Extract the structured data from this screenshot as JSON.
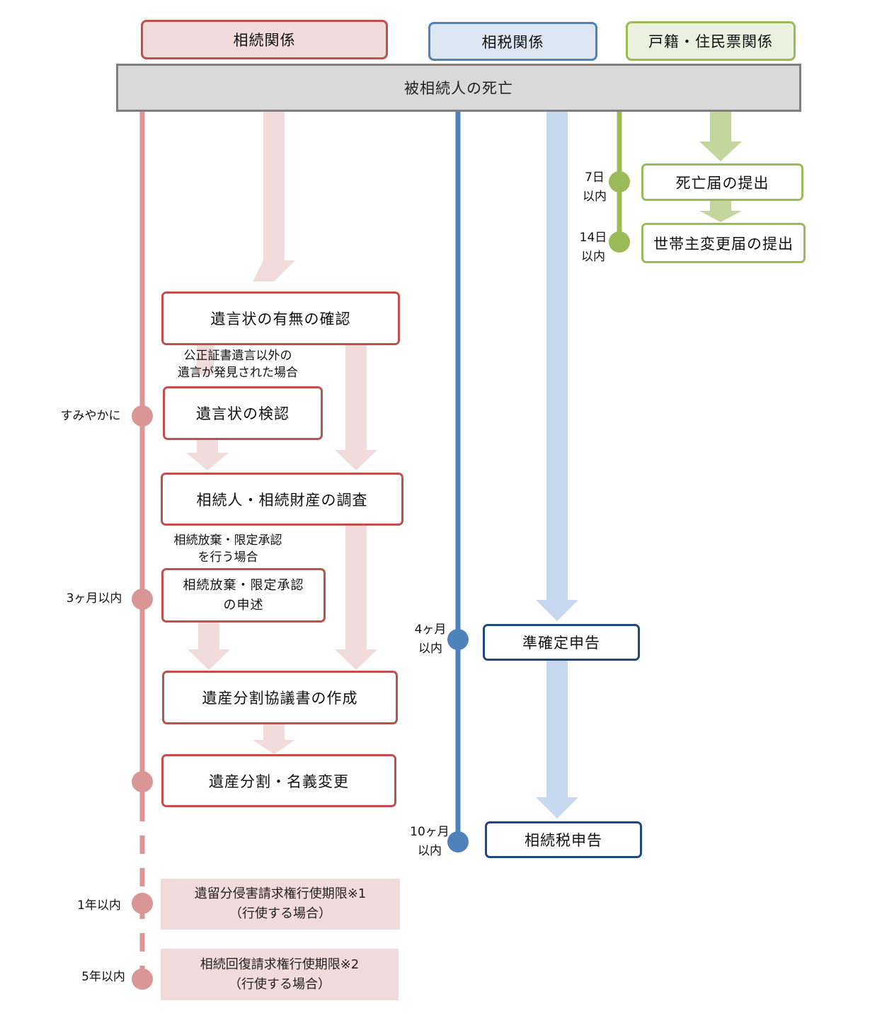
{
  "headers": {
    "inheritance": "相続関係",
    "tax": "相税関係",
    "registry": "戸籍・住民票関係"
  },
  "top_event": "被相続人の死亡",
  "inheritance": {
    "will_check": "遺言状の有無の確認",
    "will_note_1": "公正証書遺言以外の",
    "will_note_2": "遺言が発見された場合",
    "will_probate": "遺言状の検認",
    "probate_timing": "すみやかに",
    "heir_survey": "相続人・相続財産の調査",
    "renounce_note_1": "相続放棄・限定承認",
    "renounce_note_2": "を行う場合",
    "renounce_box_1": "相続放棄・限定承認",
    "renounce_box_2": "の申述",
    "renounce_timing": "3ヶ月以内",
    "division_agreement": "遺産分割協議書の作成",
    "division_transfer": "遺産分割・名義変更",
    "reserve_1": "遺留分侵害請求権行使期限※1",
    "reserve_2": "（行使する場合）",
    "reserve_timing": "1年以内",
    "recovery_1": "相続回復請求権行使期限※2",
    "recovery_2": "（行使する場合）",
    "recovery_timing": "5年以内"
  },
  "tax": {
    "quasi_return": "準確定申告",
    "quasi_timing_1": "4ヶ月",
    "quasi_timing_2": "以内",
    "inheritance_return": "相続税申告",
    "inh_timing_1": "10ヶ月",
    "inh_timing_2": "以内"
  },
  "registry": {
    "death_notice": "死亡届の提出",
    "death_timing_1": "7日",
    "death_timing_2": "以内",
    "householder_change": "世帯主変更届の提出",
    "hh_timing_1": "14日",
    "hh_timing_2": "以内"
  },
  "colors": {
    "inheritance_line": "#d99694",
    "inheritance_arrow": "#f2dcdb",
    "tax_line": "#4f81bd",
    "tax_arrow": "#c6d9f1",
    "registry_line": "#9bbb59",
    "registry_arrow": "#c3d69b"
  }
}
